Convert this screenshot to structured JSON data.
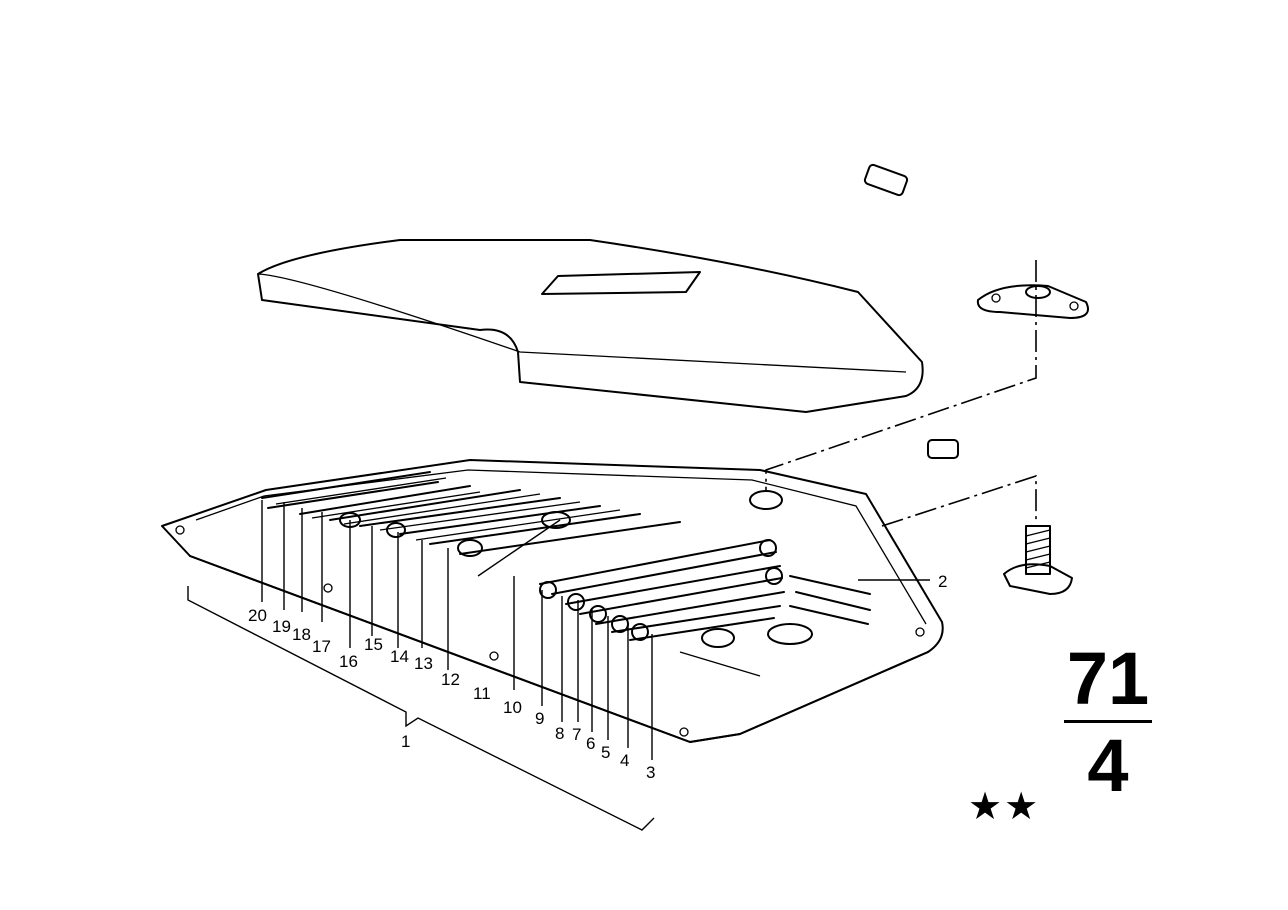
{
  "callouts": {
    "c1": "1",
    "c2": "2",
    "c3": "3",
    "c4": "4",
    "c5": "5",
    "c6": "6",
    "c7": "7",
    "c8": "8",
    "c9": "9",
    "c10": "10",
    "c11": "11",
    "c12": "12",
    "c13": "13",
    "c14": "14",
    "c15": "15",
    "c16": "16",
    "c17": "17",
    "c18": "18",
    "c19": "19",
    "c20": "20"
  },
  "group": {
    "main": "71",
    "sub": "4"
  },
  "marker": "★★"
}
